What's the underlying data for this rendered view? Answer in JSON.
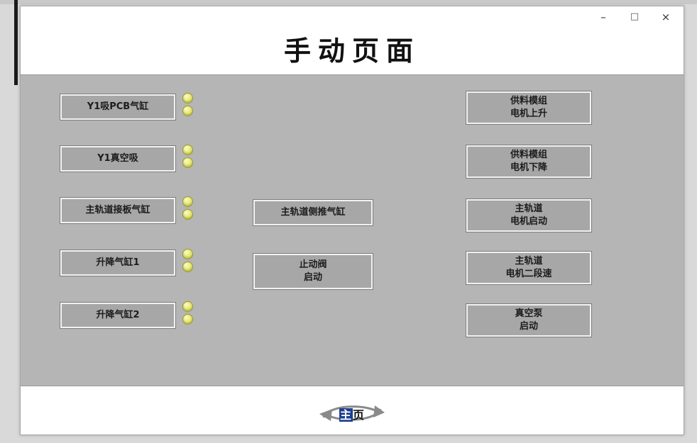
{
  "window": {
    "title": "手动页面",
    "controls": {
      "minimize": "–",
      "maximize": "□",
      "close": "×"
    }
  },
  "left_buttons": [
    {
      "label": "Y1吸PCB气缸"
    },
    {
      "label": "Y1真空吸"
    },
    {
      "label": "主轨道接板气缸"
    },
    {
      "label": "升降气缸1"
    },
    {
      "label": "升降气缸2"
    }
  ],
  "middle_buttons": [
    {
      "line1": "主轨道侧推气缸",
      "line2": ""
    },
    {
      "line1": "止动阀",
      "line2": "启动"
    }
  ],
  "right_buttons": [
    {
      "line1": "供料模组",
      "line2": "电机上升"
    },
    {
      "line1": "供料模组",
      "line2": "电机下降"
    },
    {
      "line1": "主轨道",
      "line2": "电机启动"
    },
    {
      "line1": "主轨道",
      "line2": "电机二段速"
    },
    {
      "line1": "真空泵",
      "line2": "启动"
    }
  ],
  "footer": {
    "home_first": "主",
    "home_rest": "页"
  },
  "colors": {
    "panel_bg": "#b5b5b5",
    "button_bg": "#a7a7a7",
    "indicator": "#e5e66a",
    "highlight": "#1d3f8f"
  }
}
